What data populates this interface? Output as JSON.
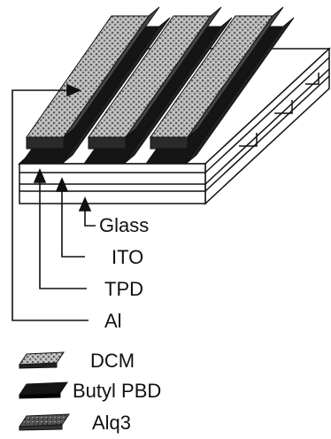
{
  "layers": {
    "glass": "Glass",
    "ito": "ITO",
    "tpd": "TPD",
    "al": "Al"
  },
  "legend": [
    {
      "icon": "dcm-swatch-icon",
      "label": "DCM"
    },
    {
      "icon": "butyl-pbd-swatch-icon",
      "label": "Butyl PBD"
    },
    {
      "icon": "alq3-swatch-icon",
      "label": "Alq3"
    }
  ],
  "colors": {
    "ink": "#111111",
    "dcm_texture": "#8a8a8a",
    "pbd_fill": "#151515",
    "alq3_texture": "#5a5a5a"
  }
}
